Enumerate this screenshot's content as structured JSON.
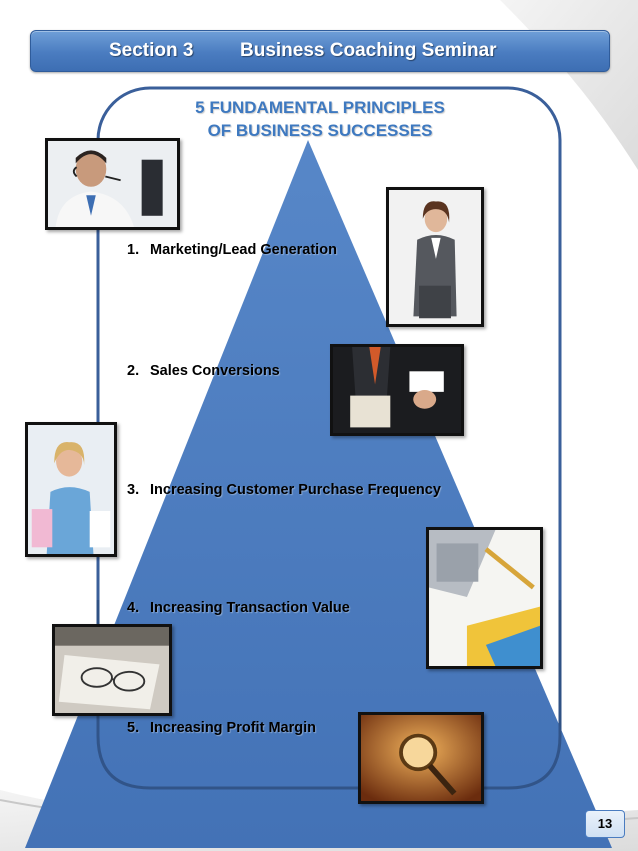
{
  "header": {
    "section": "Section 3",
    "title": "Business Coaching Seminar"
  },
  "pyramid": {
    "title_lines": [
      "5 FUNDAMENTAL PRINCIPLES",
      "OF BUSINESS SUCCESSES"
    ]
  },
  "principles": [
    {
      "number": "1.",
      "text": "Marketing/Lead Generation"
    },
    {
      "number": "2.",
      "text": "Sales Conversions"
    },
    {
      "number": "3.",
      "text": "Increasing Customer Purchase Frequency"
    },
    {
      "number": "4.",
      "text": "Increasing Transaction Value"
    },
    {
      "number": "5.",
      "text": "Increasing Profit Margin"
    }
  ],
  "page_number": "13",
  "colors": {
    "header_blue": "#4a7cc0",
    "pyramid_blue": "#4a7dc2",
    "frame_blue": "#3a5f9a",
    "title_blue": "#3e79c0"
  },
  "icons": {
    "photo_1": "headset-man-photo",
    "photo_2": "businesswoman-photo",
    "photo_3": "business-card-photo",
    "photo_4": "shopping-woman-photo",
    "photo_5": "calculator-chart-photo",
    "photo_6": "glasses-newspaper-photo",
    "photo_7": "magnifying-glass-photo"
  }
}
